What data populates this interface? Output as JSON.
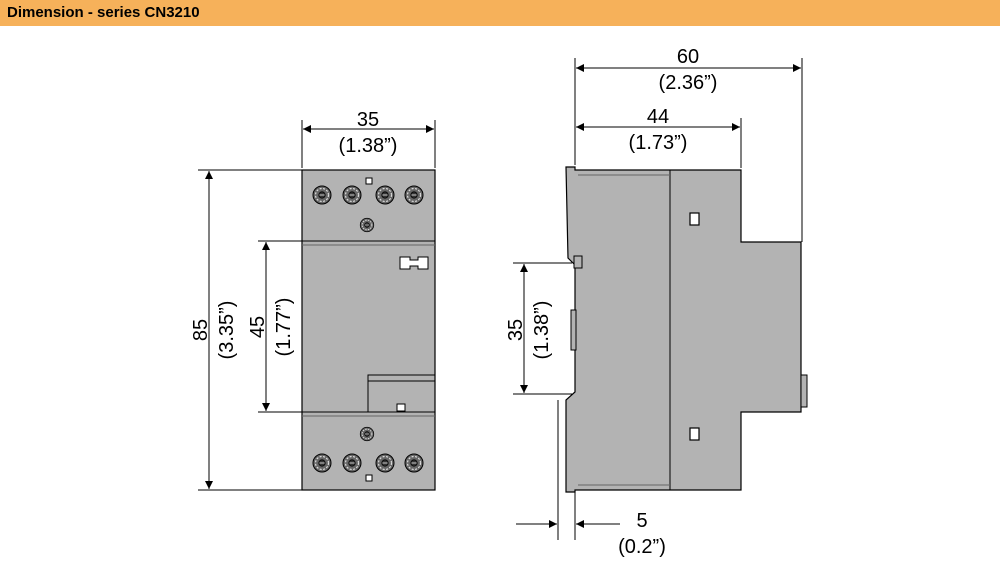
{
  "header": {
    "title": "Dimension - series CN3210",
    "color": "#f6b15a"
  },
  "front_view": {
    "width_dimension": {
      "value": "35",
      "inch": "(1.38”)"
    },
    "height_dimension": {
      "value": "85",
      "inch": "(3.35”)"
    },
    "middle_dimension": {
      "value": "45",
      "inch": "(1.77”)"
    }
  },
  "side_view": {
    "depth_total_dimension": {
      "value": "60",
      "inch": "(2.36”)"
    },
    "depth_body_dimension": {
      "value": "44",
      "inch": "(1.73”)"
    },
    "rail_dimension": {
      "value": "35",
      "inch": "(1.38”)"
    },
    "offset_dimension": {
      "value": "5",
      "inch": "(0.2”)"
    }
  },
  "colors": {
    "body": "#b3b3b3",
    "outline": "#000000"
  }
}
